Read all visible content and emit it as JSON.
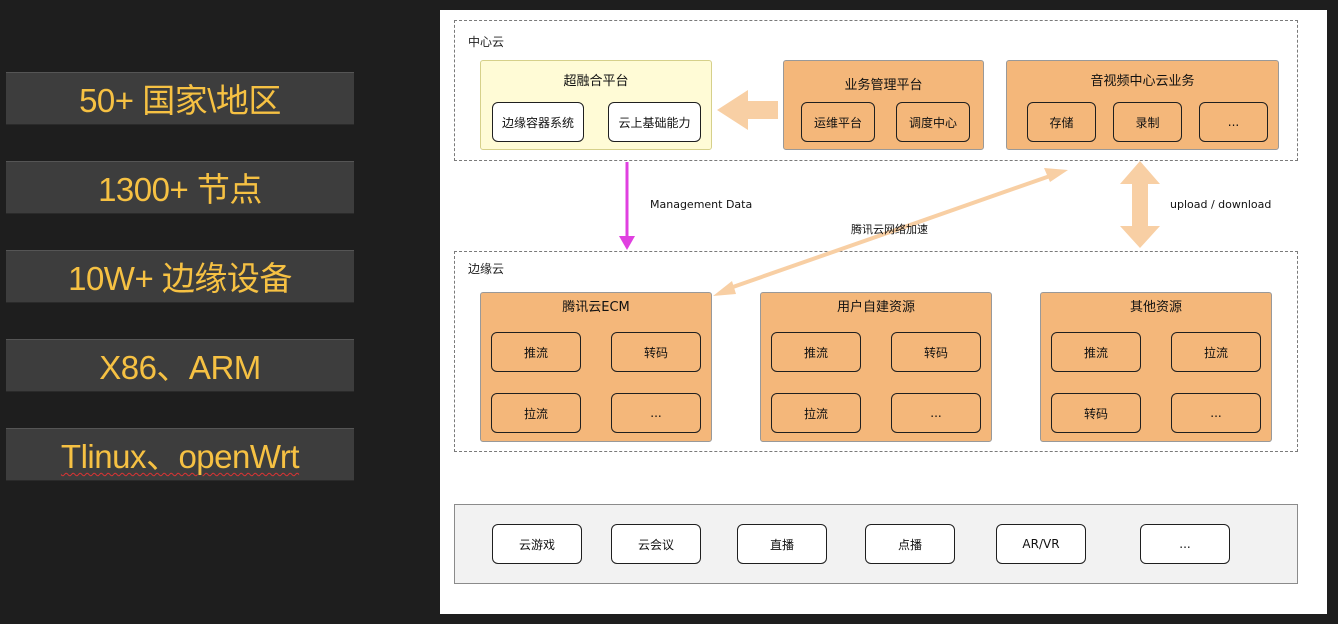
{
  "stats": [
    "50+ 国家\\地区",
    "1300+ 节点",
    "10W+ 边缘设备",
    "X86、ARM",
    "Tlinux、openWrt"
  ],
  "colors": {
    "background": "#1e1e1e",
    "stat_text": "#f6c143",
    "panel_orange": "#f4b77a",
    "panel_yellow": "#fffbd6",
    "arrow_peach": "#f8cfa4",
    "arrow_magenta": "#e040e0"
  },
  "diagram": {
    "center_cloud": {
      "label": "中心云",
      "fusion_platform": {
        "title": "超融合平台",
        "items": [
          "边缘容器系统",
          "云上基础能力"
        ]
      },
      "business_platform": {
        "title": "业务管理平台",
        "items": [
          "运维平台",
          "调度中心"
        ]
      },
      "av_center": {
        "title": "音视频中心云业务",
        "items": [
          "存储",
          "录制",
          "..."
        ]
      }
    },
    "edge_cloud": {
      "label": "边缘云",
      "tencent_ecm": {
        "title": "腾讯云ECM",
        "items": [
          "推流",
          "转码",
          "拉流",
          "..."
        ]
      },
      "user_built": {
        "title": "用户自建资源",
        "items": [
          "推流",
          "转码",
          "拉流",
          "..."
        ]
      },
      "other": {
        "title": "其他资源",
        "items": [
          "推流",
          "拉流",
          "转码",
          "..."
        ]
      }
    },
    "arrow_labels": {
      "management": "Management Data",
      "acceleration": "腾讯云网络加速",
      "updown": "upload / download"
    },
    "services": [
      "云游戏",
      "云会议",
      "直播",
      "点播",
      "AR/VR",
      "..."
    ]
  }
}
